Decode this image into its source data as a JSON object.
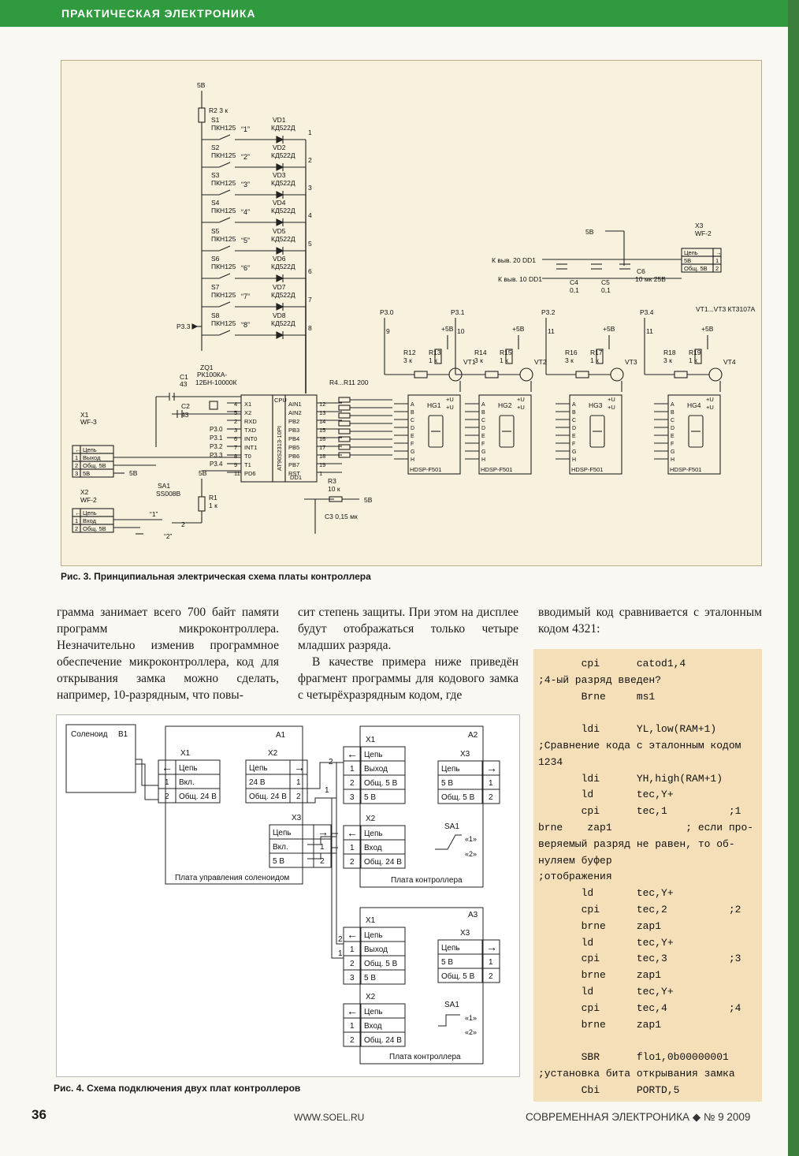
{
  "header": {
    "section": "ПРАКТИЧЕСКАЯ ЭЛЕКТРОНИКА"
  },
  "figure3": {
    "caption": "Рис. 3. Принципиальная электрическая схема платы контроллера",
    "labels": {
      "v5": "5В",
      "r2": "R2 3 к",
      "p33": "P3.3",
      "switches": [
        {
          "s": "S1",
          "type": "ПКН125",
          "key": "“1”",
          "vd": "VD1",
          "diode": "КД522Д",
          "n": "1"
        },
        {
          "s": "S2",
          "type": "ПКН125",
          "key": "“2”",
          "vd": "VD2",
          "diode": "КД522Д",
          "n": "2"
        },
        {
          "s": "S3",
          "type": "ПКН125",
          "key": "“3”",
          "vd": "VD3",
          "diode": "КД522Д",
          "n": "3"
        },
        {
          "s": "S4",
          "type": "ПКН125",
          "key": "“4”",
          "vd": "VD4",
          "diode": "КД522Д",
          "n": "4"
        },
        {
          "s": "S5",
          "type": "ПКН125",
          "key": "“5”",
          "vd": "VD5",
          "diode": "КД522Д",
          "n": "5"
        },
        {
          "s": "S6",
          "type": "ПКН125",
          "key": "“6”",
          "vd": "VD6",
          "diode": "КД522Д",
          "n": "6"
        },
        {
          "s": "S7",
          "type": "ПКН125",
          "key": "“7”",
          "vd": "VD7",
          "diode": "КД522Д",
          "n": "7"
        },
        {
          "s": "S8",
          "type": "ПКН125",
          "key": "“8”",
          "vd": "VD8",
          "diode": "КД522Д",
          "n": "8"
        }
      ],
      "zq1": "ZQ1",
      "zq1_type": "РК100КА-",
      "zq1_type2": "12БН-10000К",
      "c1": "C1",
      "c1_val": "43",
      "c2": "C2",
      "c2_val": "43",
      "x1": "X1",
      "x1_type": "WF-3",
      "x1_rows": [
        [
          "Цепь",
          ""
        ],
        [
          "1",
          "Выход"
        ],
        [
          "2",
          "Общ. 5В"
        ],
        [
          "3",
          "5В"
        ]
      ],
      "x2": "X2",
      "x2_type": "WF-2",
      "x2_rows": [
        [
          "Цепь",
          ""
        ],
        [
          "1",
          "Вход"
        ],
        [
          "2",
          "Общ. 5В"
        ]
      ],
      "sa1": "SA1",
      "sa1_type": "SS008B",
      "sa1_t1": "“1”",
      "sa1_t2": "“2”",
      "r1": "R1",
      "r1_val": "1 к",
      "mcu": "AT90S2313-10PI",
      "cpu": "CPU",
      "mcu_left": [
        "X1",
        "X2",
        "RXD",
        "TXD",
        "INT0",
        "INT1",
        "T0",
        "T1",
        "PD6"
      ],
      "mcu_right": [
        "AIN1",
        "AIN2",
        "PB2",
        "PB3",
        "PB4",
        "PB5",
        "PB6",
        "PB7",
        "RST"
      ],
      "p3pins": [
        "P3.0",
        "P3.1",
        "P3.2",
        "P3.3",
        "P3.4"
      ],
      "dd1": "DD1",
      "r4": "R4...R11 200",
      "r3": "R3",
      "r3_val": "10 к",
      "c3": "C3 0,15 мк",
      "x3": "X3",
      "x3_type": "WF-2",
      "x3_rows": [
        [
          "Цепь",
          ""
        ],
        [
          "5В",
          "1"
        ],
        [
          "Общ. 5В",
          "2"
        ]
      ],
      "k20": "К выв. 20 DD1",
      "k10": "К выв. 10 DD1",
      "c4": "C4",
      "c4_val": "0,1",
      "c5": "C5",
      "c5_val": "0,1",
      "c6": "C6",
      "c6_val": "10 мк 25В",
      "vt_note": "VT1...VT3 КТ3107А",
      "digits": [
        {
          "p": "P3.0",
          "pn": "9",
          "r_a": "R12",
          "ra": "3 к",
          "r_b": "R13",
          "rb": "1 к",
          "vt": "VT1",
          "hg": "HG1"
        },
        {
          "p": "P3.1",
          "pn": "10",
          "r_a": "R14",
          "ra": "3 к",
          "r_b": "R15",
          "rb": "1 к",
          "vt": "VT2",
          "hg": "HG2"
        },
        {
          "p": "P3.2",
          "pn": "11",
          "r_a": "R16",
          "ra": "3 к",
          "r_b": "R17",
          "rb": "1 к",
          "vt": "VT3",
          "hg": "HG3"
        },
        {
          "p": "P3.4",
          "pn": "11",
          "r_a": "R18",
          "ra": "3 к",
          "r_b": "R19",
          "rb": "1 к",
          "vt": "VT4",
          "hg": "HG4"
        }
      ],
      "hdsp": "HDSP-F501",
      "plus5": "+5В",
      "plusu": "+U"
    }
  },
  "figure4": {
    "caption": "Рис. 4. Схема подключения двух плат контроллеров",
    "solenoid": "Соленоид",
    "b1": "B1",
    "a1": "A1",
    "a1_name": "Плата управления соленоидом",
    "a1_x1": {
      "title": "X1",
      "rows": [
        [
          "Цепь",
          ""
        ],
        [
          "1",
          "Вкл."
        ],
        [
          "2",
          "Общ. 24 В"
        ]
      ]
    },
    "a1_x2": {
      "title": "X2",
      "rows": [
        [
          "Цепь",
          ""
        ],
        [
          "24 В",
          "1"
        ],
        [
          "Общ. 24 В",
          "2"
        ]
      ]
    },
    "a1_x3": {
      "title": "X3",
      "rows": [
        [
          "Цепь",
          ""
        ],
        [
          "Вкл.",
          "1"
        ],
        [
          "5 В",
          "2"
        ]
      ]
    },
    "a2": "A2",
    "a3": "A3",
    "board": "Плата контроллера",
    "ctl_x1": {
      "title": "X1",
      "rows": [
        [
          "Цепь",
          ""
        ],
        [
          "1",
          "Выход"
        ],
        [
          "2",
          "Общ. 5 В"
        ],
        [
          "3",
          "5 В"
        ]
      ]
    },
    "ctl_x2": {
      "title": "X2",
      "rows": [
        [
          "Цепь",
          ""
        ],
        [
          "1",
          "Вход"
        ],
        [
          "2",
          "Общ. 24 В"
        ]
      ]
    },
    "ctl_x3": {
      "title": "X3",
      "rows": [
        [
          "Цепь",
          ""
        ],
        [
          "5 В",
          "1"
        ],
        [
          "Общ. 5 В",
          "2"
        ]
      ]
    },
    "sa1": "SA1",
    "t1": "«1»",
    "t2": "«2»"
  },
  "text": {
    "col1": "грамма занимает всего 700 байт памяти программ микроконтроллера. Незначительно изменив программное обеспечение микроконтроллера, код для открывания замка можно сделать, например, 10-разрядным, что повы-",
    "col2_p1": "сит степень защиты. При этом на дисплее будут отображаться только четыре младших разряда.",
    "col2_p2": "В качестве примера ниже приведён фрагмент программы для кодового замка с четырёхразрядным кодом, где",
    "col3": "вводимый код сравнивается с эталонным кодом 4321:"
  },
  "code": "       cpi      catod1,4\n;4-ый разряд введен?\n       Brne     ms1\n\n       ldi      YL,low(RAM+1)\n;Сравнение кода с эталонным кодом\n1234\n       ldi      YH,high(RAM+1)\n       ld       tec,Y+\n       cpi      tec,1          ;1\nbrne    zap1            ; если про-\nверяемый разряд не равен, то об-\nнуляем буфер\n;отображения\n       ld       tec,Y+\n       cpi      tec,2          ;2\n       brne     zap1\n       ld       tec,Y+\n       cpi      tec,3          ;3\n       brne     zap1\n       ld       tec,Y+\n       cpi      tec,4          ;4\n       brne     zap1\n\n       SBR      flo1,0b00000001\n;установка бита открывания замка\n       Cbi      PORTD,5",
  "footer": {
    "page": "36",
    "url": "WWW.SOEL.RU",
    "magazine": "СОВРЕМЕННАЯ ЭЛЕКТРОНИКА ◆ № 9  2009"
  }
}
